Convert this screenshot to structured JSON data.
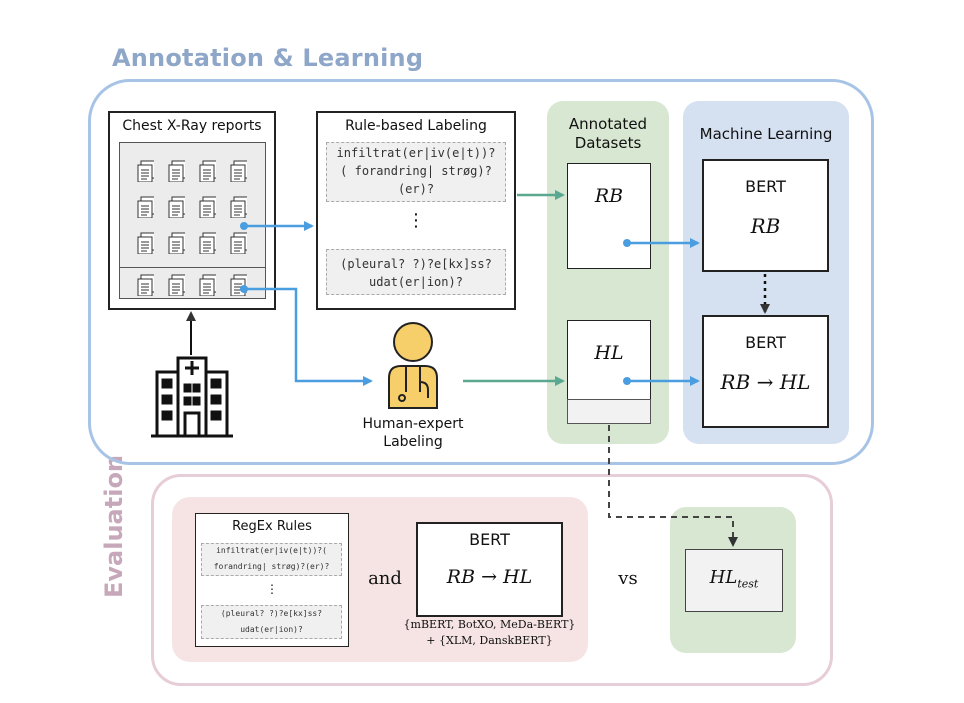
{
  "sections": {
    "top_title": "Annotation & Learning",
    "eval_title": "Evaluation"
  },
  "reports": {
    "title": "Chest X-Ray reports"
  },
  "rule_based": {
    "title": "Rule-based Labeling",
    "rule1": [
      "infiltrat(er|iv(e|t))?",
      "( forandring| strøg)?",
      "(er)?"
    ],
    "ellipsis": "⋮",
    "rule2": [
      "(pleural? ?)?e[kx]ss?",
      "udat(er|ion)?"
    ]
  },
  "human": {
    "label_line1": "Human-expert",
    "label_line2": "Labeling"
  },
  "annotated": {
    "title_line1": "Annotated",
    "title_line2": "Datasets",
    "rb": "RB",
    "hl": "HL"
  },
  "ml": {
    "title": "Machine Learning",
    "bert1_title": "BERT",
    "bert1_math": "RB",
    "bert2_title": "BERT",
    "bert2_math": "RB → HL"
  },
  "evaluation": {
    "regex_title": "RegEx Rules",
    "regex1": [
      "infiltrat(er|iv(e|t))?(",
      "forandring| strøg)?(er)?"
    ],
    "ellipsis": "⋮",
    "regex2": [
      "(pleural? ?)?e[kx]ss?",
      "udat(er|ion)?"
    ],
    "and": "and",
    "bert_title": "BERT",
    "bert_math": "RB → HL",
    "models_line1": "{mBERT, BotXO, MeDa-BERT}",
    "models_line2": "+ {XLM, DanskBERT}",
    "vs": "vs",
    "hl_test": "HL",
    "hl_test_sub": "test"
  },
  "icons": [
    "document-icon",
    "hospital-icon",
    "doctor-icon"
  ],
  "colors": {
    "arrow_blue": "#4a9ee0",
    "arrow_green": "#5aa890",
    "accent_title": "#8ea7c8",
    "eval_title": "#c7a8ba"
  }
}
